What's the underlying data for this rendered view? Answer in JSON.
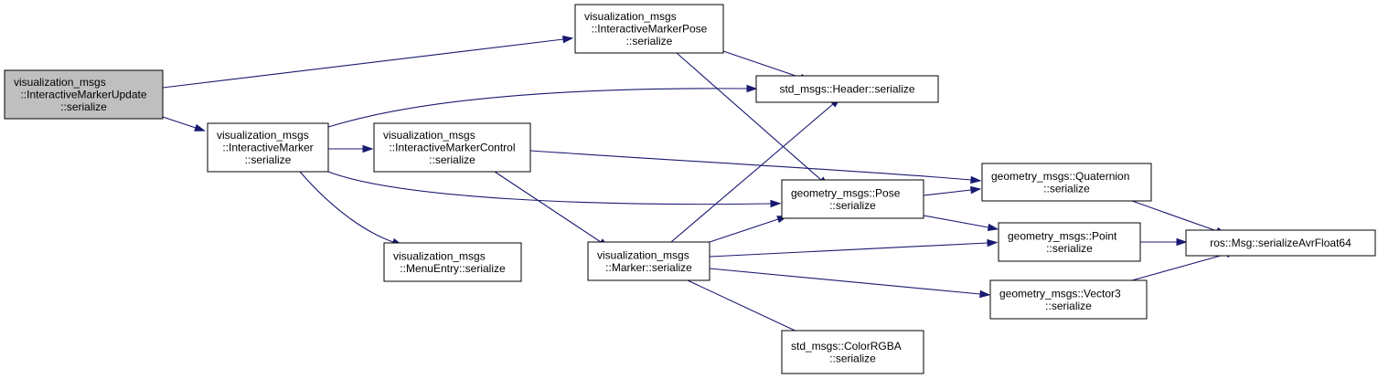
{
  "colors": {
    "edge": "#191970",
    "root_fill": "#bfbfbf",
    "node_fill": "#ffffff",
    "border": "#000000"
  },
  "nodes": {
    "update": {
      "lines": [
        "visualization_msgs",
        "::InteractiveMarkerUpdate",
        "::serialize"
      ]
    },
    "pose_msg": {
      "lines": [
        "visualization_msgs",
        "::InteractiveMarkerPose",
        "::serialize"
      ]
    },
    "header": {
      "lines": [
        "std_msgs::Header::serialize"
      ]
    },
    "marker_im": {
      "lines": [
        "visualization_msgs",
        "::InteractiveMarker",
        "::serialize"
      ]
    },
    "control": {
      "lines": [
        "visualization_msgs",
        "::InteractiveMarkerControl",
        "::serialize"
      ]
    },
    "quaternion": {
      "lines": [
        "geometry_msgs::Quaternion",
        "::serialize"
      ]
    },
    "pose": {
      "lines": [
        "geometry_msgs::Pose",
        "::serialize"
      ]
    },
    "menu": {
      "lines": [
        "visualization_msgs",
        "::MenuEntry::serialize"
      ]
    },
    "marker": {
      "lines": [
        "visualization_msgs",
        "::Marker::serialize"
      ]
    },
    "point": {
      "lines": [
        "geometry_msgs::Point",
        "::serialize"
      ]
    },
    "avr": {
      "lines": [
        "ros::Msg::serializeAvrFloat64"
      ]
    },
    "vector3": {
      "lines": [
        "geometry_msgs::Vector3",
        "::serialize"
      ]
    },
    "color": {
      "lines": [
        "std_msgs::ColorRGBA",
        "::serialize"
      ]
    }
  },
  "edges": [
    [
      "update",
      "pose_msg"
    ],
    [
      "update",
      "marker_im"
    ],
    [
      "pose_msg",
      "header"
    ],
    [
      "pose_msg",
      "pose"
    ],
    [
      "marker_im",
      "header"
    ],
    [
      "marker_im",
      "control"
    ],
    [
      "marker_im",
      "pose"
    ],
    [
      "marker_im",
      "menu"
    ],
    [
      "control",
      "quaternion"
    ],
    [
      "control",
      "marker"
    ],
    [
      "pose",
      "quaternion"
    ],
    [
      "pose",
      "point"
    ],
    [
      "marker",
      "header"
    ],
    [
      "marker",
      "pose"
    ],
    [
      "marker",
      "point"
    ],
    [
      "marker",
      "vector3"
    ],
    [
      "marker",
      "color"
    ],
    [
      "quaternion",
      "avr"
    ],
    [
      "point",
      "avr"
    ],
    [
      "vector3",
      "avr"
    ]
  ]
}
